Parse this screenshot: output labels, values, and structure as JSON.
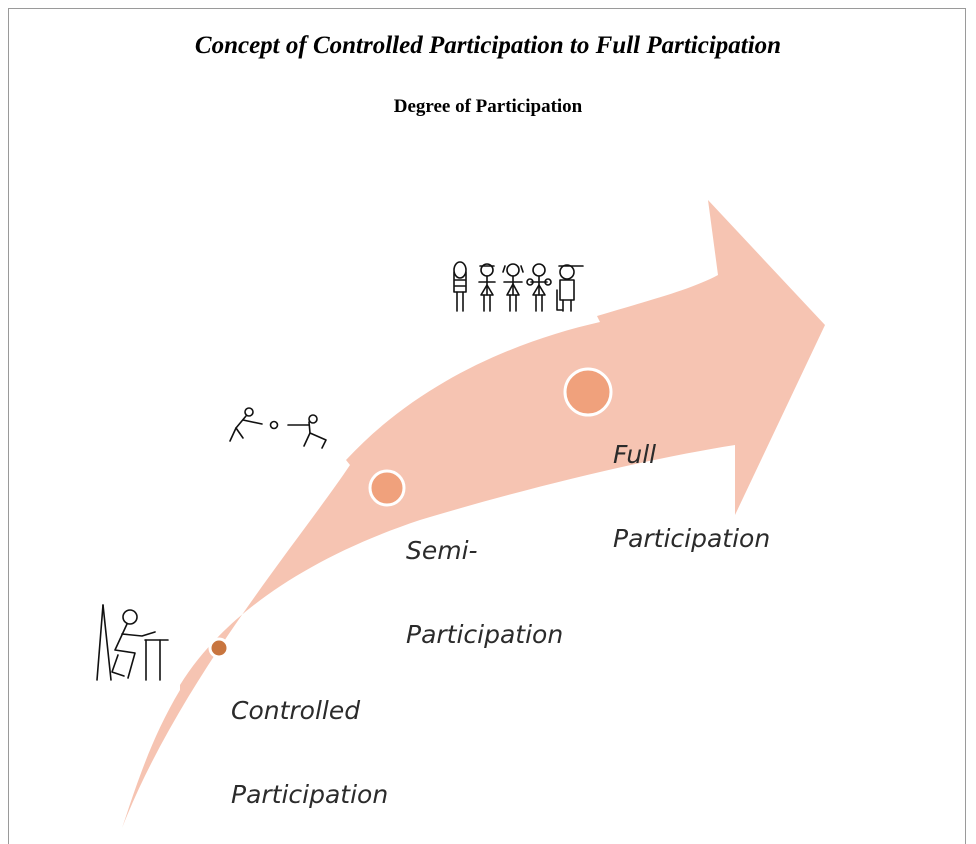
{
  "title": "Concept of Controlled Participation to Full Participation",
  "subtitle": "Degree of Participation",
  "colors": {
    "arrow_fill": "#f6c4b2",
    "stage_fill": "#f0a17c",
    "stage_fill_dark": "#c8753f",
    "stage_ring": "#ffffff",
    "figure_ink": "#111111"
  },
  "stages": [
    {
      "label_line1": "Controlled",
      "label_line2": "Participation",
      "icon": "seated-writing-figure-icon"
    },
    {
      "label_line1": "Semi-",
      "label_line2": "Participation",
      "icon": "two-players-ball-icon"
    },
    {
      "label_line1": "Full",
      "label_line2": "Participation",
      "icon": "group-of-children-icon"
    }
  ]
}
